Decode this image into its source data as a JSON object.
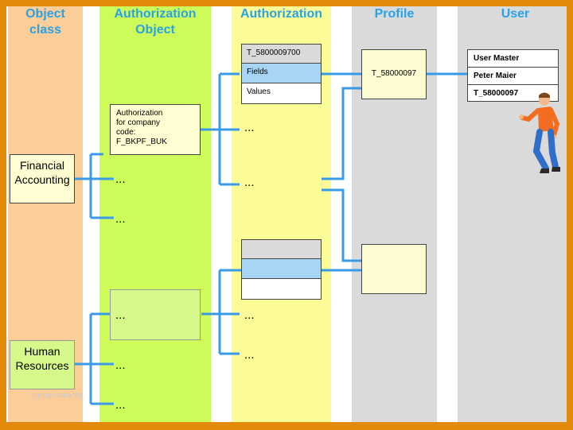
{
  "headers": {
    "object_class": [
      "Object",
      "class"
    ],
    "authorization_object": [
      "Authorization",
      "Object"
    ],
    "authorization": "Authorization",
    "profile": "Profile",
    "user": "User"
  },
  "object_classes": {
    "financial": [
      "Financial",
      "Accounting"
    ],
    "human": [
      "Human",
      "Resources"
    ]
  },
  "auth_object": [
    "Authorization",
    "for company",
    "code:",
    "F_BKPF_BUK"
  ],
  "authorization_box": {
    "name": "T_5800009700",
    "fields": "Fields",
    "values": "Values"
  },
  "profile_box": {
    "name": "T_58000097"
  },
  "user_master": [
    "User Master",
    "Peter Maier",
    "T_58000097"
  ],
  "ellipsis": "...",
  "watermark": "vorlage.kara.top",
  "colors": {
    "frame": "#e38a0a",
    "header": "#2aa2e6",
    "line": "#3b9ae6",
    "object_class_col": "#fbcd98",
    "auth_object_col": "#cdfb5a",
    "authorization_col": "#fbfb98",
    "profile_col": "#dadada",
    "user_col": "#dadada"
  }
}
